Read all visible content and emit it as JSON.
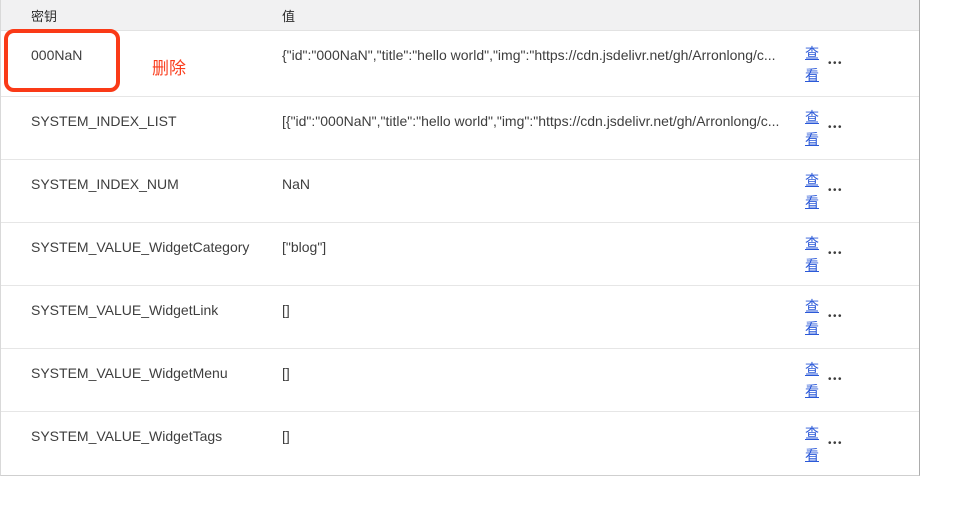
{
  "colors": {
    "annotation_red": "#fa3a17",
    "link_blue": "#2b59d8",
    "header_bg": "#f1f1f2"
  },
  "table": {
    "header": {
      "key": "密钥",
      "value": "值"
    },
    "view_label": "查看",
    "more_icon": "•••",
    "rows": [
      {
        "key": "000NaN",
        "value": "{\"id\":\"000NaN\",\"title\":\"hello world\",\"img\":\"https://cdn.jsdelivr.net/gh/Arronlong/c..."
      },
      {
        "key": "SYSTEM_INDEX_LIST",
        "value": "[{\"id\":\"000NaN\",\"title\":\"hello world\",\"img\":\"https://cdn.jsdelivr.net/gh/Arronlong/c..."
      },
      {
        "key": "SYSTEM_INDEX_NUM",
        "value": "NaN"
      },
      {
        "key": "SYSTEM_VALUE_WidgetCategory",
        "value": "[\"blog\"]"
      },
      {
        "key": "SYSTEM_VALUE_WidgetLink",
        "value": "[]"
      },
      {
        "key": "SYSTEM_VALUE_WidgetMenu",
        "value": "[]"
      },
      {
        "key": "SYSTEM_VALUE_WidgetTags",
        "value": "[]"
      }
    ]
  },
  "annotation": {
    "delete_label": "删除"
  }
}
